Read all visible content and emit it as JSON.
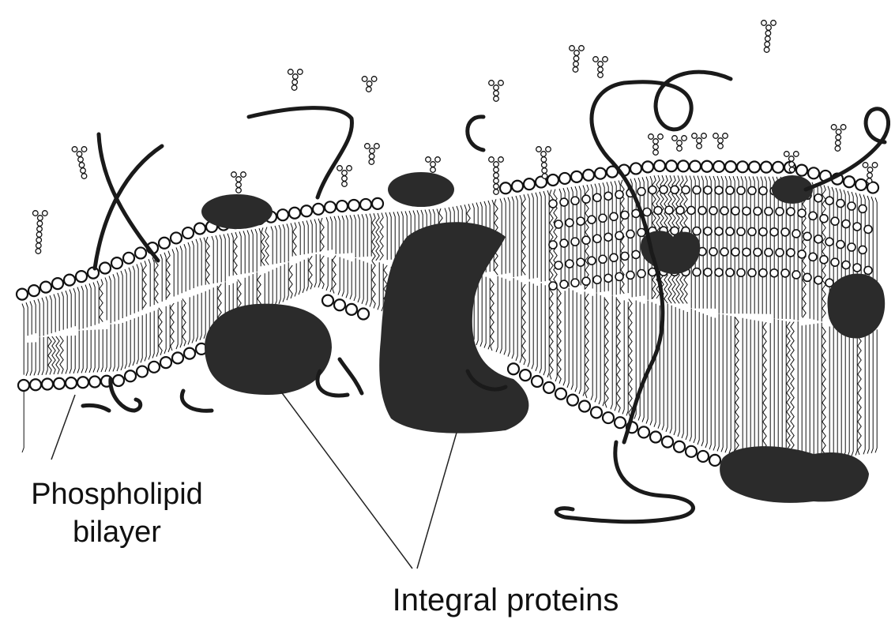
{
  "labels": {
    "phospholipid_line1": "Phospholipid",
    "phospholipid_line2": "bilayer",
    "integral_proteins": "Integral proteins"
  },
  "colors": {
    "ink": "#111111",
    "protein": "#2b2b2b",
    "background": "#ffffff"
  }
}
